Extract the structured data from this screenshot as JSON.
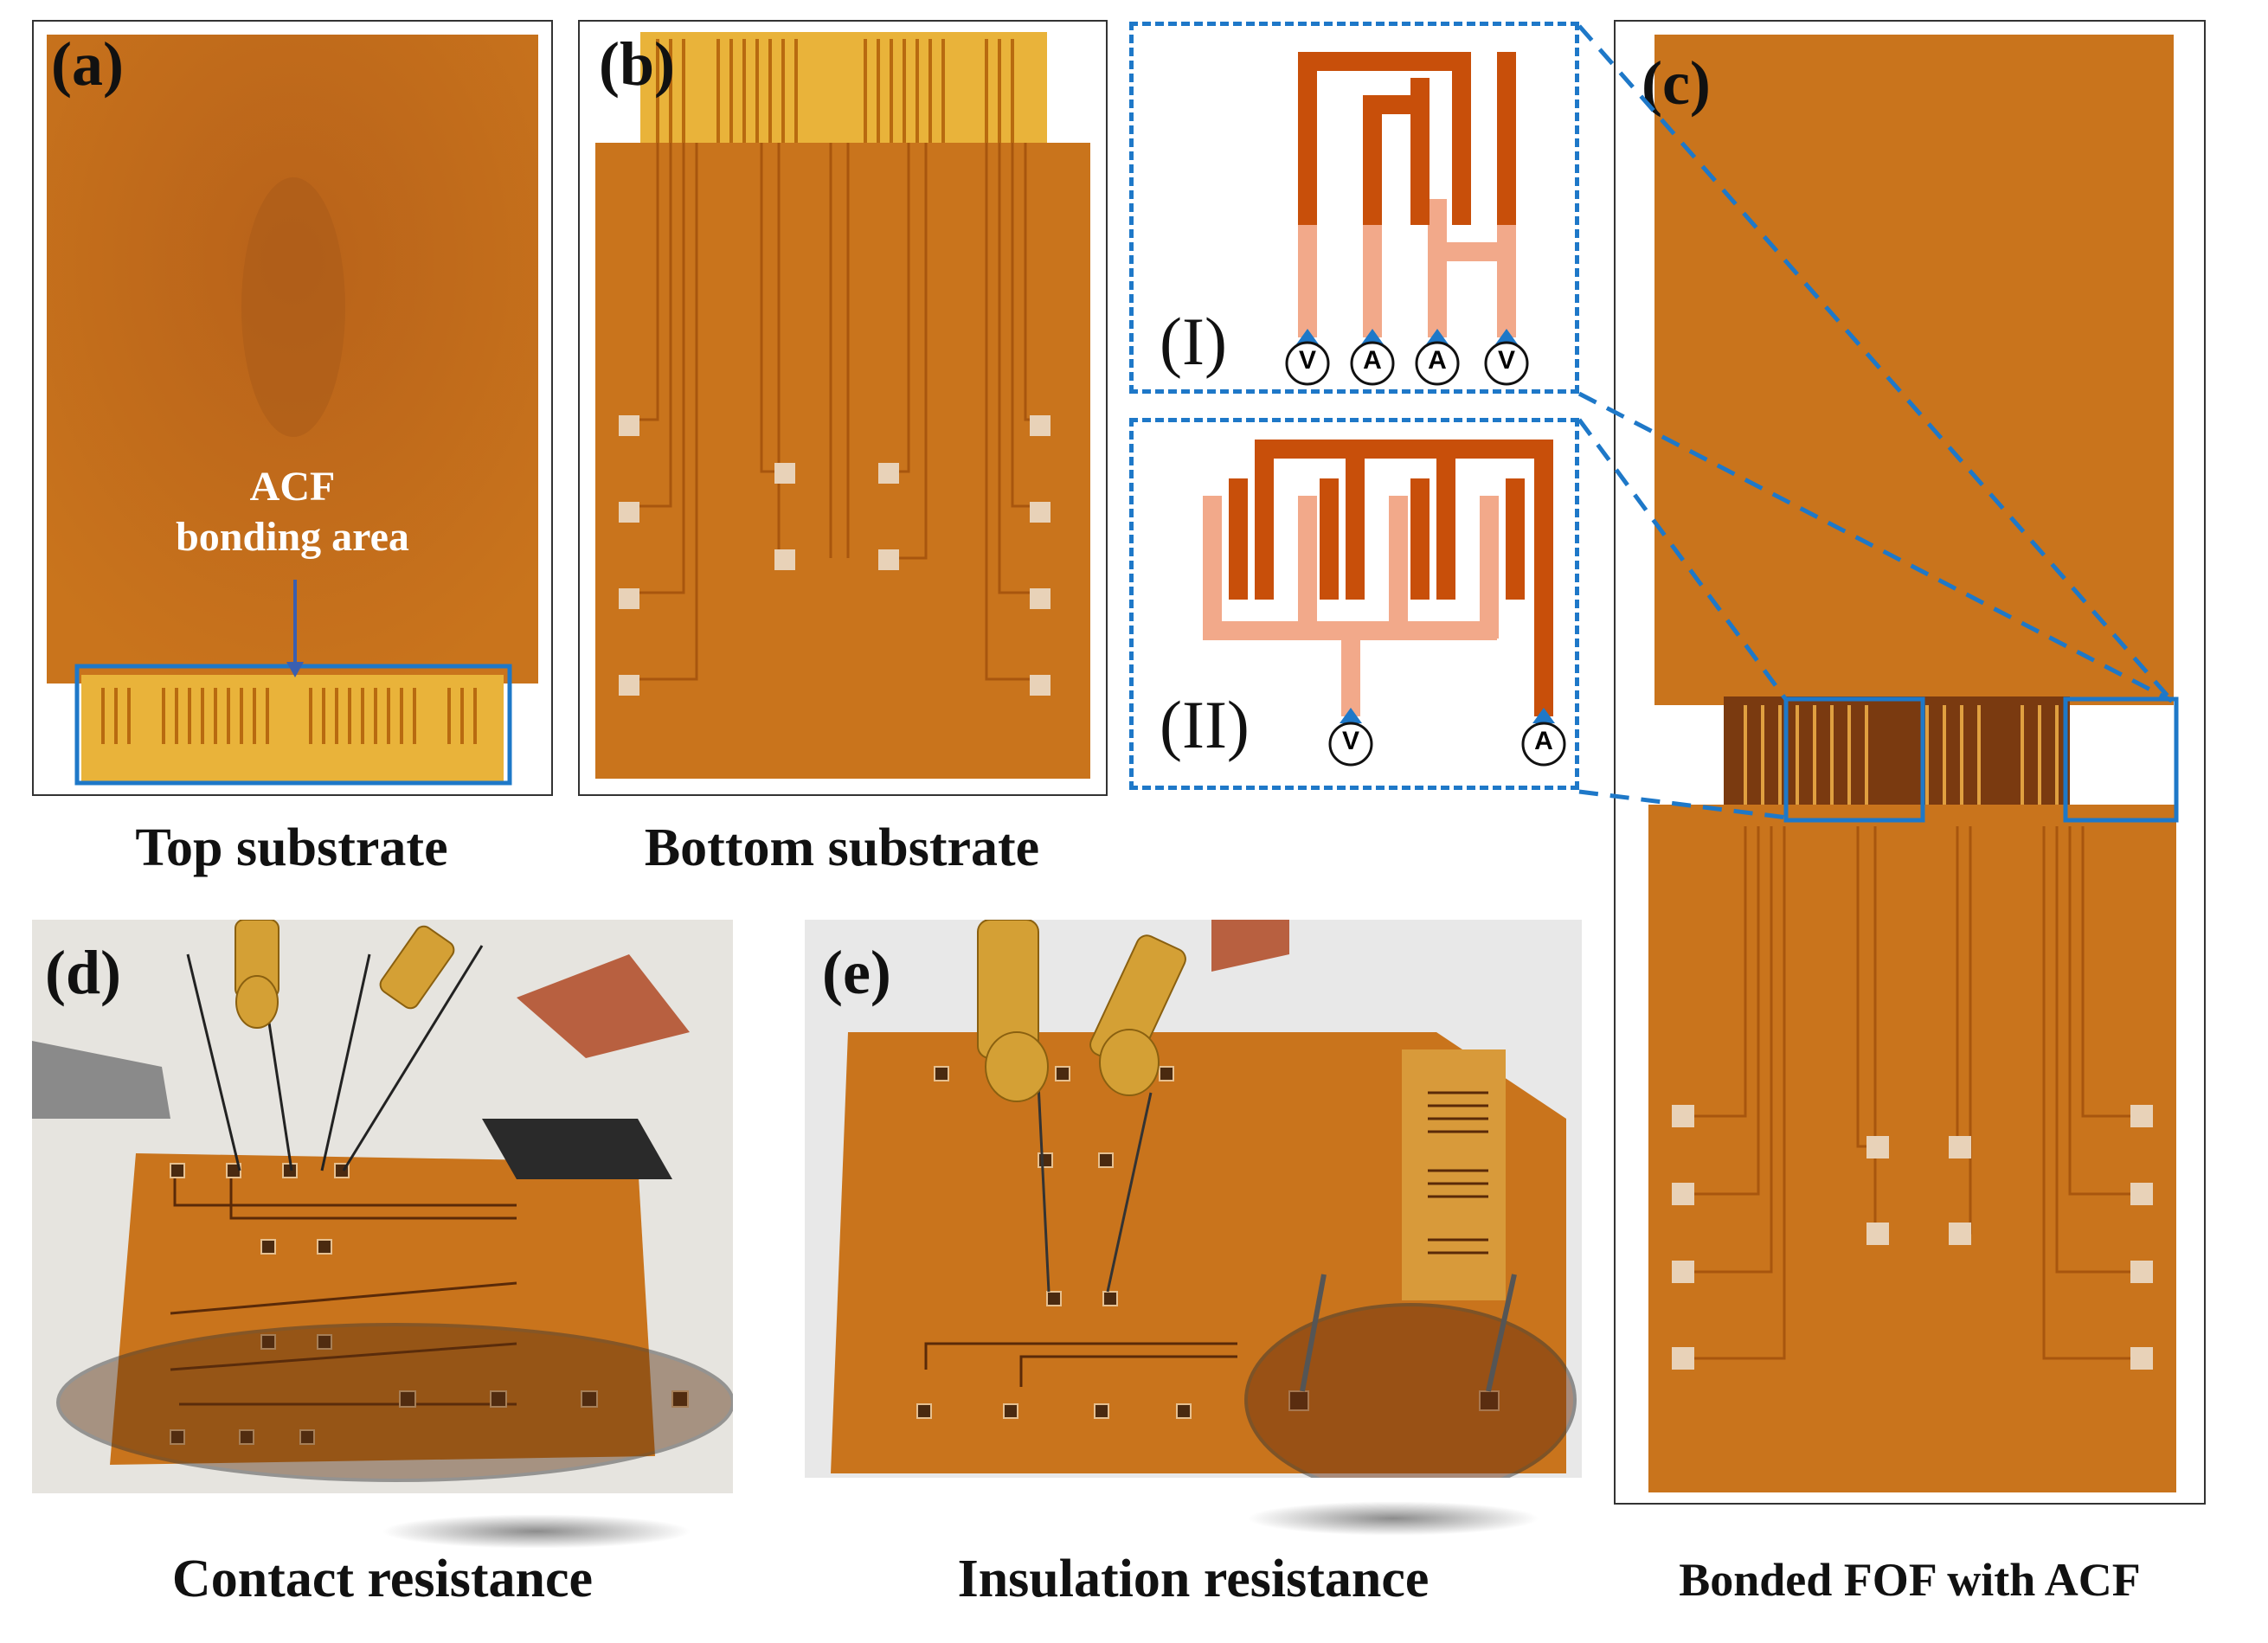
{
  "panels": {
    "a": {
      "label": "(a)",
      "caption": "Top substrate",
      "annotation_line1": "ACF",
      "annotation_line2": "bonding area"
    },
    "b": {
      "label": "(b)",
      "caption": "Bottom substrate"
    },
    "c": {
      "label": "(c)",
      "caption": "Bonded FOF with ACF"
    },
    "d": {
      "label": "(d)",
      "caption": "Contact resistance"
    },
    "e": {
      "label": "(e)",
      "caption": "Insulation resistance"
    }
  },
  "schematics": {
    "I": {
      "label": "(I)",
      "probes": [
        "V",
        "A",
        "A",
        "V"
      ]
    },
    "II": {
      "label": "(II)",
      "probes": [
        "V",
        "A"
      ]
    }
  },
  "colors": {
    "substrate": "#c9741c",
    "substrate_dark": "#a8560e",
    "trace_dark": "#c84f0a",
    "trace_light": "#f2a98a",
    "highlight_blue": "#1e78c8",
    "probe_gold": "#d4a035"
  }
}
